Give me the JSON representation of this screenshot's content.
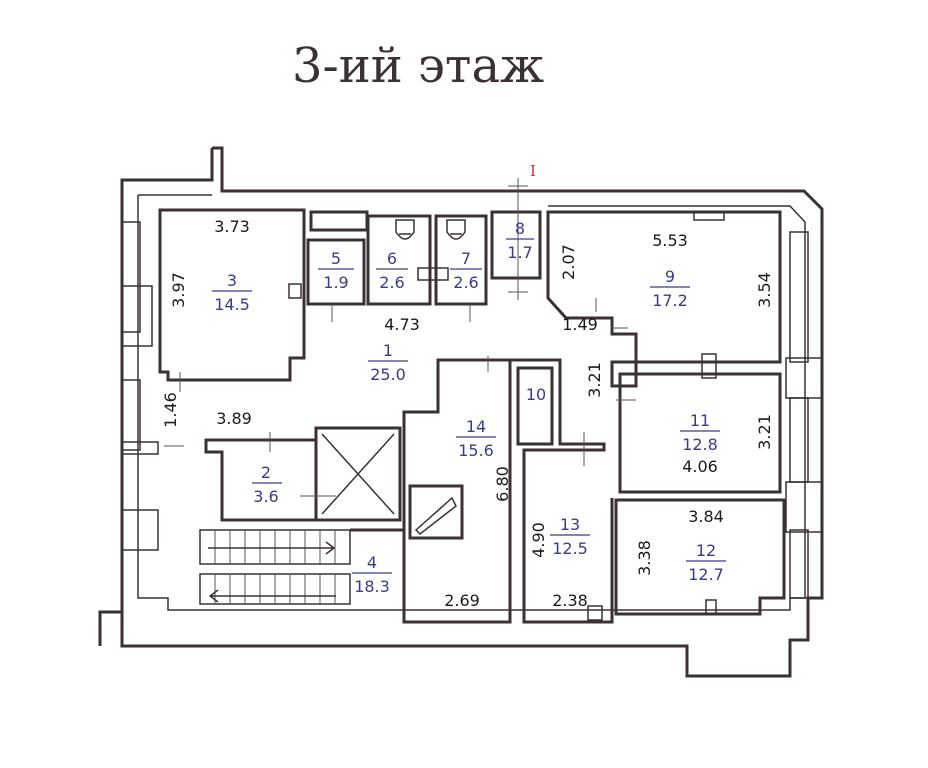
{
  "title": "3-ий этаж",
  "section_mark": "I",
  "colors": {
    "wall": "#3a3036",
    "room_label": "#3c3a8a",
    "dimension_label": "#1a1a1a",
    "section_mark": "#cc2f2f",
    "background": "#ffffff"
  },
  "rooms": [
    {
      "number": "1",
      "area": "25.0"
    },
    {
      "number": "2",
      "area": "3.6"
    },
    {
      "number": "3",
      "area": "14.5"
    },
    {
      "number": "4",
      "area": "18.3"
    },
    {
      "number": "5",
      "area": "1.9"
    },
    {
      "number": "6",
      "area": "2.6"
    },
    {
      "number": "7",
      "area": "2.6"
    },
    {
      "number": "8",
      "area": "1.7"
    },
    {
      "number": "9",
      "area": "17.2"
    },
    {
      "number": "10",
      "area": ""
    },
    {
      "number": "11",
      "area": "12.8"
    },
    {
      "number": "12",
      "area": "12.7"
    },
    {
      "number": "13",
      "area": "12.5"
    },
    {
      "number": "14",
      "area": "15.6"
    }
  ],
  "dimensions": {
    "room3_width": "3.73",
    "room3_height": "3.97",
    "corridor_width": "4.73",
    "corridor_left_height": "1.46",
    "corridor_lower_width": "3.89",
    "room9_left_height": "2.07",
    "room9_width": "5.53",
    "room9_height": "3.54",
    "hall_width": "1.49",
    "hall_height": "3.21",
    "room11_height": "3.21",
    "room11_width": "4.06",
    "room12_width": "3.84",
    "room12_height": "3.38",
    "room13_height": "4.90",
    "room13_width": "2.38",
    "room14_height": "6.80",
    "room14_width": "2.69"
  }
}
